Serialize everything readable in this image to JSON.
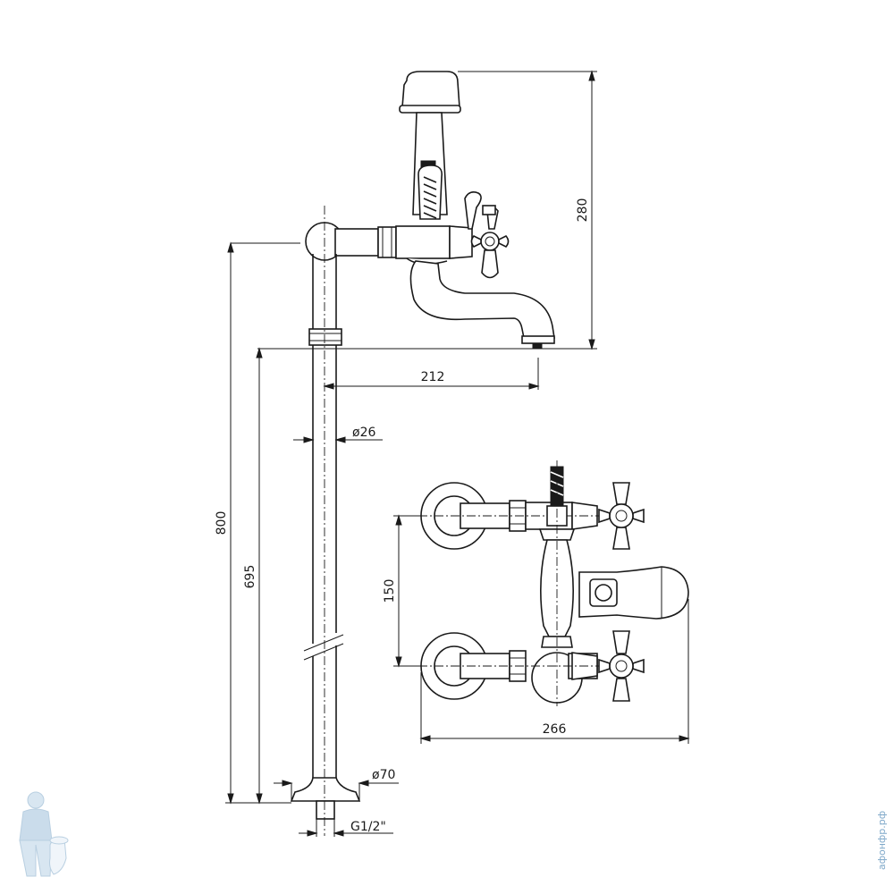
{
  "dimensions": {
    "height_280": "280",
    "reach_212": "212",
    "pipe_diameter": "ø26",
    "total_height_800": "800",
    "height_695": "695",
    "base_diameter": "ø70",
    "thread": "G1/2\"",
    "spacing_150": "150",
    "width_266": "266"
  },
  "watermark": {
    "site_text": "афонфр.рф",
    "logo_icon": "plumber-mascot-icon"
  },
  "colors": {
    "line": "#1a1a1a",
    "watermark": "#7fa8c9"
  }
}
